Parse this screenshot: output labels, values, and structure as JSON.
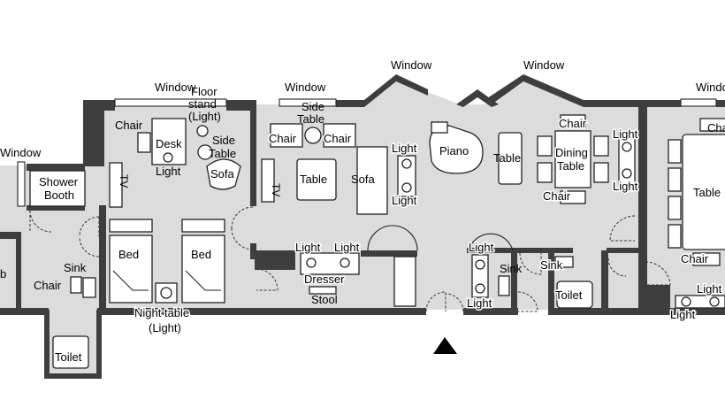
{
  "colors": {
    "floor": "#dcdcdc",
    "wall": "#3e3e3e",
    "furniture": "#ffffff",
    "outline": "#222222"
  },
  "labels": {
    "window": "Window",
    "floor_stand_1": "Floor",
    "floor_stand_2": "stand",
    "floor_stand_3": "(Light)",
    "chair": "Chair",
    "desk": "Desk",
    "light": "Light",
    "side_table_1": "Side",
    "side_table_2": "Table",
    "sofa": "Sofa",
    "tv": "TV",
    "shower_1": "Shower",
    "shower_2": "Booth",
    "bed": "Bed",
    "sink": "Sink",
    "b_fragment": "b",
    "night_table_1": "Night table",
    "night_table_2": "(Light)",
    "toilet": "Toilet",
    "table": "Table",
    "dresser": "Dresser",
    "stool": "Stool",
    "piano": "Piano",
    "dining_table_1": "Dining",
    "dining_table_2": "Table",
    "window_partial": "Windo",
    "chair_partial": "Chair"
  },
  "icons": {
    "entrance": "entrance-triangle-icon",
    "light": "light-fixture-icon"
  }
}
